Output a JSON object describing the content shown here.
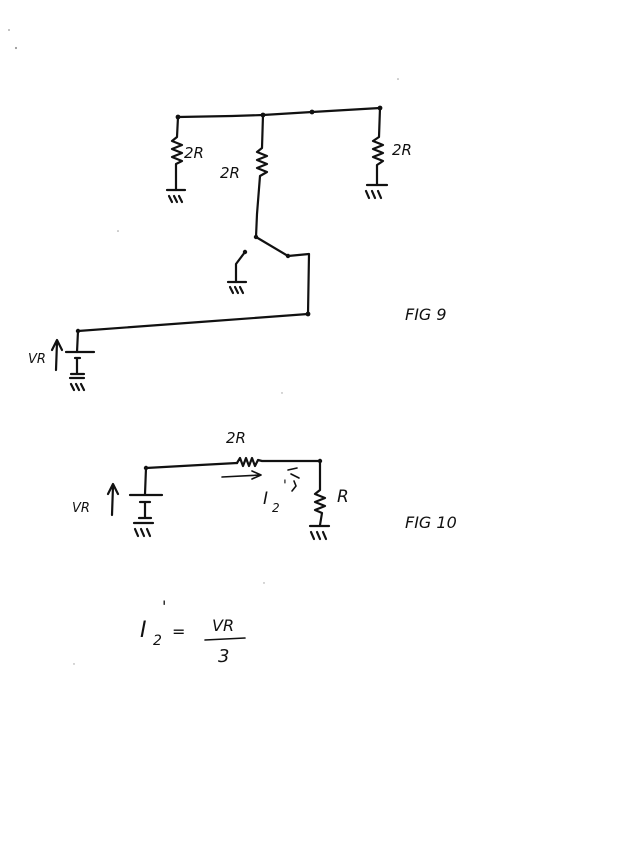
{
  "fig9": {
    "caption": "FIG 9",
    "resistor_left": "2R",
    "resistor_mid": "2R",
    "resistor_right": "2R",
    "source_label": "VR"
  },
  "fig10": {
    "caption": "FIG 10",
    "resistor_top": "2R",
    "resistor_right": "R",
    "current_label": "I",
    "current_sub": "2",
    "current_prime": "'",
    "source_label": "VR"
  },
  "equation": {
    "lhs": "I",
    "lhs_sub": "2",
    "lhs_prime": "'",
    "equals": "=",
    "numerator": "VR",
    "denominator": "3"
  }
}
